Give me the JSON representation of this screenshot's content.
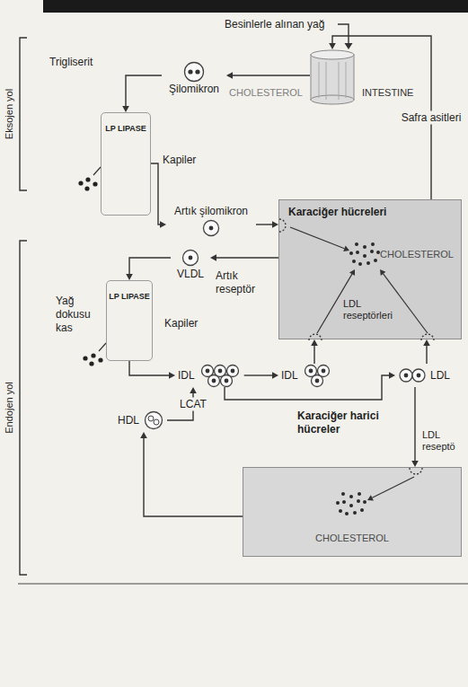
{
  "diagram": {
    "nodes": [
      {
        "text": [
          "CHOLESTEROL",
          "INTESTINE"
        ]
      },
      {
        "text": [
          "Şilomikron"
        ]
      },
      {
        "text": [
          "LP LIPASE",
          "Kapiler"
        ]
      },
      {
        "text": [
          "Artık şilomikron"
        ]
      },
      {
        "text": [
          "Karaciğer hücreleri",
          "CHOLESTEROL"
        ]
      },
      {
        "text": [
          "VLDL"
        ]
      },
      {
        "text": [
          "LP LIPASE",
          "Kapiler"
        ]
      },
      {
        "text": [
          "IDL"
        ]
      },
      {
        "text": [
          "IDL"
        ]
      },
      {
        "text": [
          "LDL"
        ]
      },
      {
        "text": [
          "HDL"
        ]
      },
      {
        "text": [
          "Karaciğer harici hücreler",
          "CHOLESTEROL"
        ]
      }
    ],
    "edges": [
      {
        "from": 0,
        "to": 1,
        "arrow": "to"
      },
      {
        "from": 1,
        "to": 2,
        "arrow": "to"
      },
      {
        "from": 2,
        "to": 3,
        "arrow": "to"
      },
      {
        "from": 3,
        "to": 4,
        "arrow": "to"
      },
      {
        "from": 4,
        "to": 0,
        "label": "Safra asitleri",
        "arrow": "to"
      },
      {
        "from": 4,
        "to": 5,
        "arrow": "to"
      },
      {
        "from": 5,
        "to": 6,
        "arrow": "to"
      },
      {
        "from": 6,
        "to": 7,
        "arrow": "to"
      },
      {
        "from": 7,
        "to": 8,
        "arrow": "to"
      },
      {
        "from": 8,
        "to": 4,
        "arrow": "to"
      },
      {
        "from": 7,
        "to": 9,
        "arrow": "to"
      },
      {
        "from": 9,
        "to": 4,
        "arrow": "to"
      },
      {
        "from": 9,
        "to": 11,
        "arrow": "to"
      },
      {
        "from": 11,
        "to": 10,
        "arrow": "to"
      },
      {
        "from": 10,
        "to": 7,
        "label": "LCAT",
        "arrow": "to"
      }
    ],
    "labels": [
      "Besinlerle alınan yağ",
      "Trigliserit",
      "Eksojen yol",
      "Endojen yol",
      "Artık reseptör",
      "Yağ dokusu kas",
      "LDL reseptörleri",
      "LDL reseptö"
    ]
  }
}
